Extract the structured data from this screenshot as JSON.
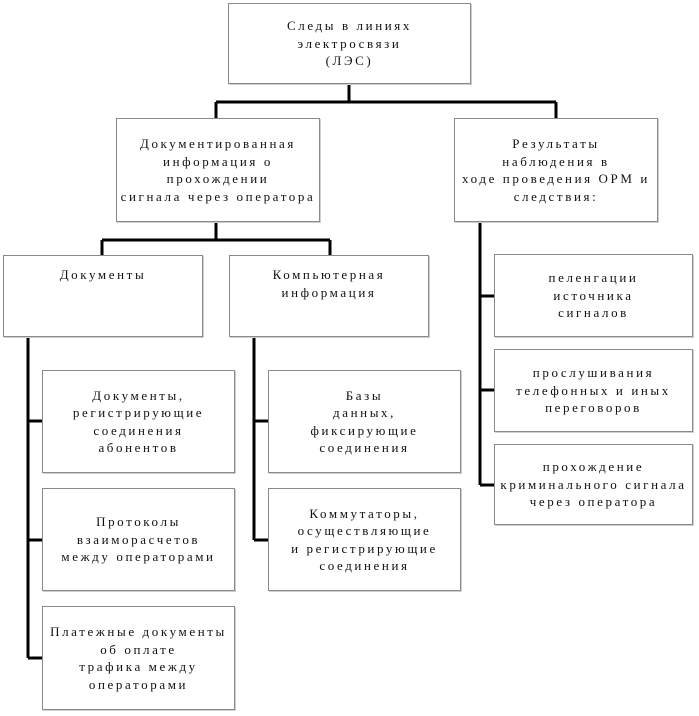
{
  "root": {
    "lines": [
      "Следы в линиях",
      "электросвязи",
      "(ЛЭС)"
    ]
  },
  "left_branch": {
    "title": {
      "lines": [
        "Документированная",
        "информация о",
        "прохождении",
        "сигнала через оператора"
      ]
    },
    "documents": {
      "title": {
        "lines": [
          "Документы"
        ]
      },
      "items": [
        {
          "lines": [
            "Документы,",
            "регистрирующие",
            "соединения",
            "абонентов"
          ]
        },
        {
          "lines": [
            "Протоколы",
            "взаиморасчетов",
            "между операторами"
          ]
        },
        {
          "lines": [
            "Платежные документы",
            "об оплате",
            "трафика между",
            "операторами"
          ]
        }
      ]
    },
    "computer": {
      "title": {
        "lines": [
          "Компьютерная",
          "информация"
        ]
      },
      "items": [
        {
          "lines": [
            "Базы",
            "данных,",
            "фиксирующие",
            "соединения"
          ]
        },
        {
          "lines": [
            "Коммутаторы,",
            "осуществляющие",
            "и регистрирующие",
            "соединения"
          ]
        }
      ]
    }
  },
  "right_branch": {
    "title": {
      "lines": [
        "Результаты",
        "наблюдения в",
        "ходе проведения ОРМ и",
        "следствия:"
      ]
    },
    "items": [
      {
        "lines": [
          "пеленгации",
          "источника",
          "сигналов"
        ]
      },
      {
        "lines": [
          "прослушивания",
          "телефонных и иных",
          "переговоров"
        ]
      },
      {
        "lines": [
          "прохождение",
          "криминального сигнала",
          "через оператора"
        ]
      }
    ]
  }
}
